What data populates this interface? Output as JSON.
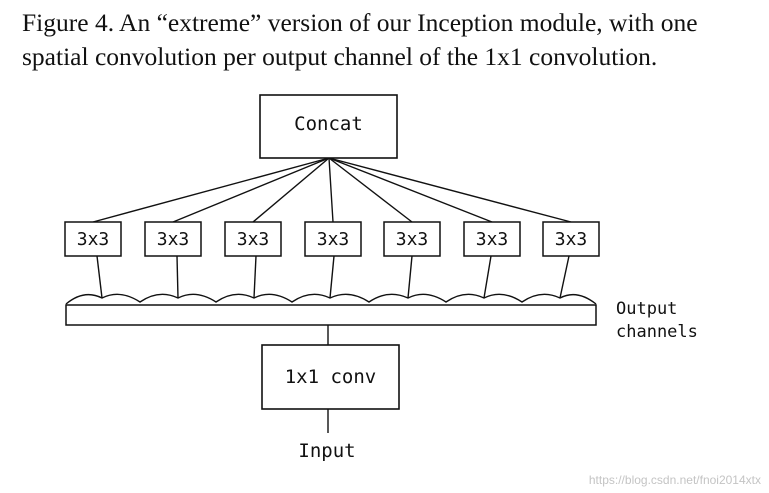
{
  "caption": {
    "line1": "Figure 4. An “extreme” version of our Inception module, with one",
    "line2": "spatial convolution per output channel of the 1x1 convolution."
  },
  "diagram": {
    "concat_label": "Concat",
    "branch_labels": [
      "3x3",
      "3x3",
      "3x3",
      "3x3",
      "3x3",
      "3x3",
      "3x3"
    ],
    "output_label_line1": "Output",
    "output_label_line2": "channels",
    "conv_label": "1x1 conv",
    "input_label": "Input"
  },
  "watermark": "https://blog.csdn.net/fnoi2014xtx"
}
